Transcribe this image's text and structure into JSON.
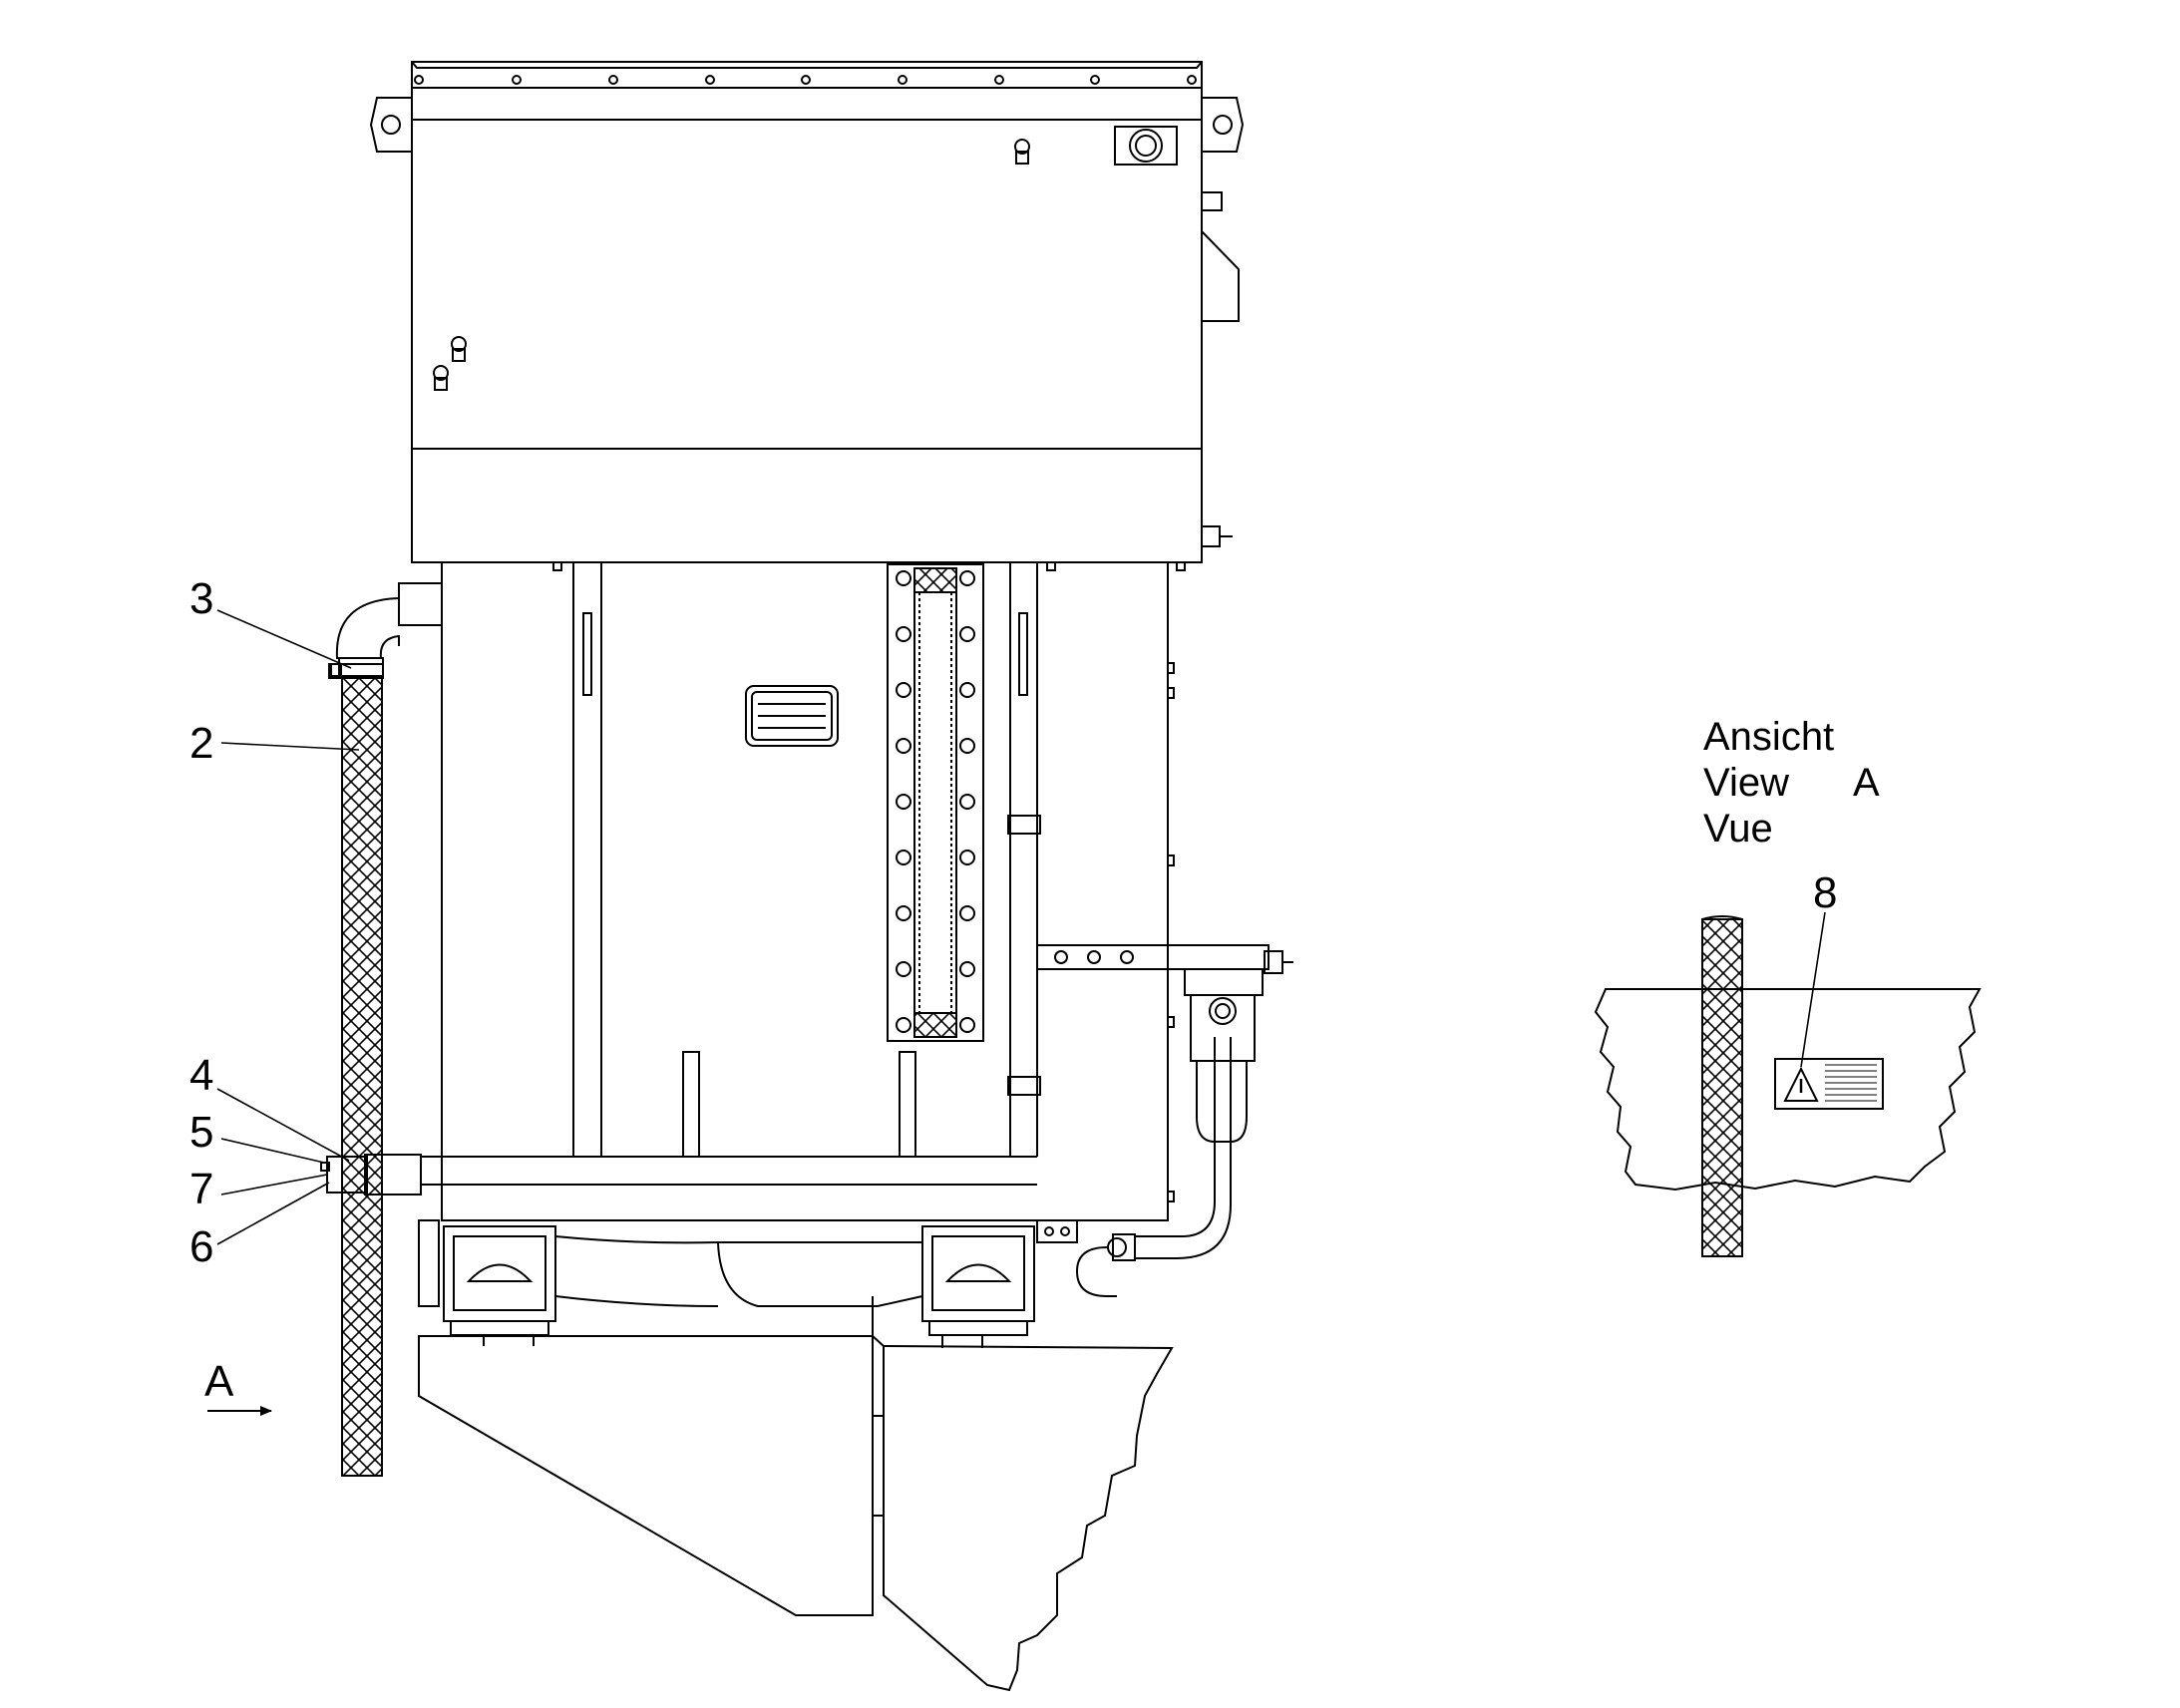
{
  "callouts": {
    "c2": "2",
    "c3": "3",
    "c4": "4",
    "c5": "5",
    "c6": "6",
    "c7": "7",
    "c8": "8"
  },
  "view_marker": "A",
  "view_caption": {
    "line1": "Ansicht",
    "line2": "View",
    "line2_letter": "A",
    "line3": "Vue"
  },
  "colors": {
    "line": "#000000",
    "background": "#ffffff"
  }
}
